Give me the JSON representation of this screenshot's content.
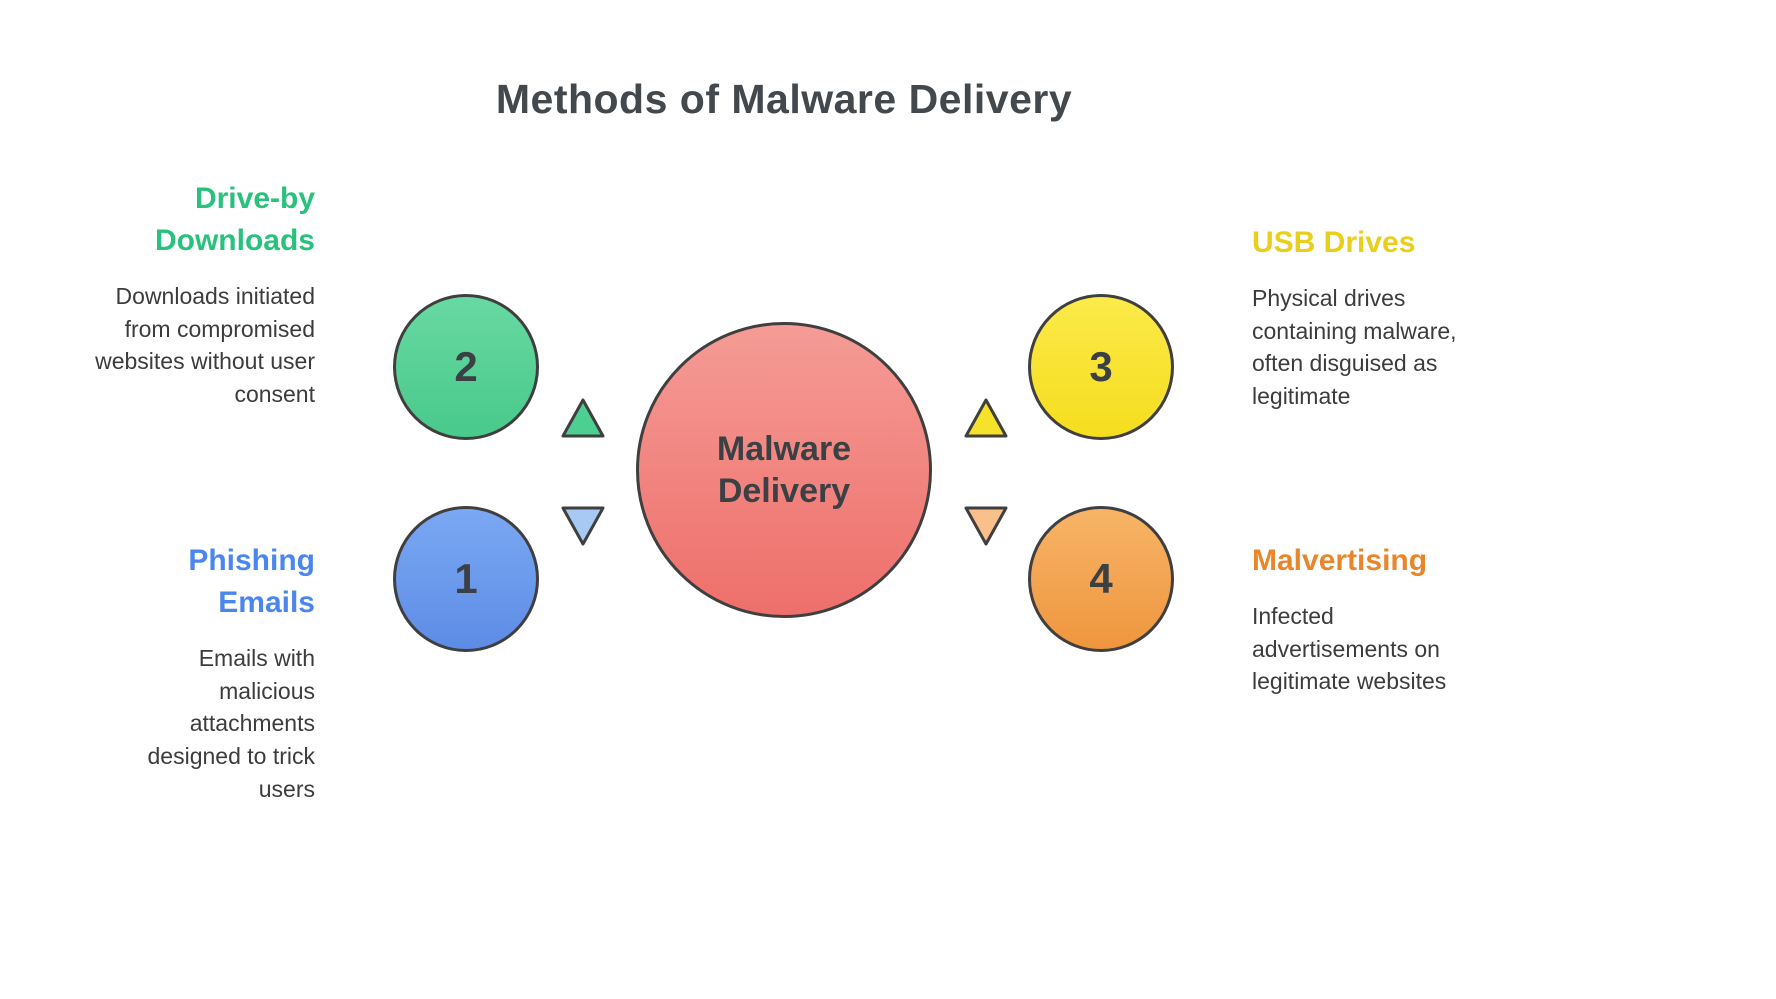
{
  "title": "Methods of Malware Delivery",
  "center": {
    "label": "Malware Delivery",
    "color": "#ee7672"
  },
  "methods": [
    {
      "number": "2",
      "name": "Drive-by Downloads",
      "description": "Downloads initiated from compromised websites without user consent",
      "accent": "#29c17e"
    },
    {
      "number": "1",
      "name": "Phishing Emails",
      "description": "Emails with malicious attachments designed to trick users",
      "accent": "#4b86ef"
    },
    {
      "number": "3",
      "name": "USB Drives",
      "description": "Physical drives containing malware, often disguised as legitimate",
      "accent": "#e9cf1b"
    },
    {
      "number": "4",
      "name": "Malvertising",
      "description": "Infected advertisements on legitimate websites",
      "accent": "#e8862c"
    }
  ]
}
